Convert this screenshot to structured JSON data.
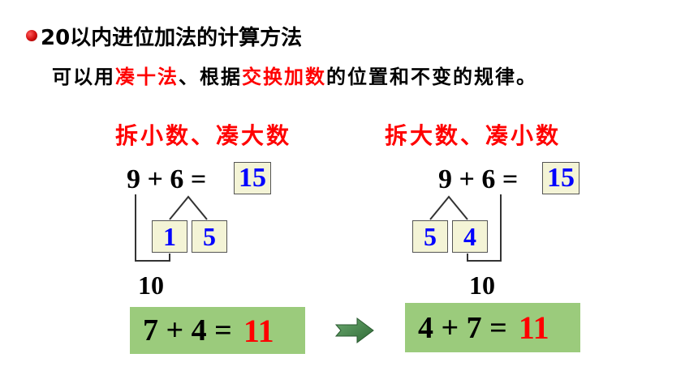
{
  "header": {
    "title": "20以内进位加法的计算方法",
    "subtitle_parts": [
      "可以用",
      "凑十法",
      "、根据",
      "交换加数",
      "的位置和不变的规律。"
    ]
  },
  "left": {
    "heading": "拆小数、凑大数",
    "equation": "9 + 6 =",
    "answer": "15",
    "part_a": "1",
    "part_b": "5",
    "ten_label": "10",
    "bottom_equation": "7 + 4 =",
    "bottom_result": "11"
  },
  "right": {
    "heading": "拆大数、凑小数",
    "equation": "9 + 6 =",
    "answer": "15",
    "part_a": "5",
    "part_b": "4",
    "ten_label": "10",
    "bottom_equation": "4 + 7 =",
    "bottom_result": "11"
  },
  "colors": {
    "accent_red": "#ff0000",
    "number_blue": "#0000ff",
    "box_fill": "#f4f4d6",
    "green_panel": "#9bcb7c",
    "arrow_green": "#3f7f44"
  },
  "icons": {
    "arrow": "right-arrow-icon",
    "bullet": "bullet-dot-icon"
  }
}
